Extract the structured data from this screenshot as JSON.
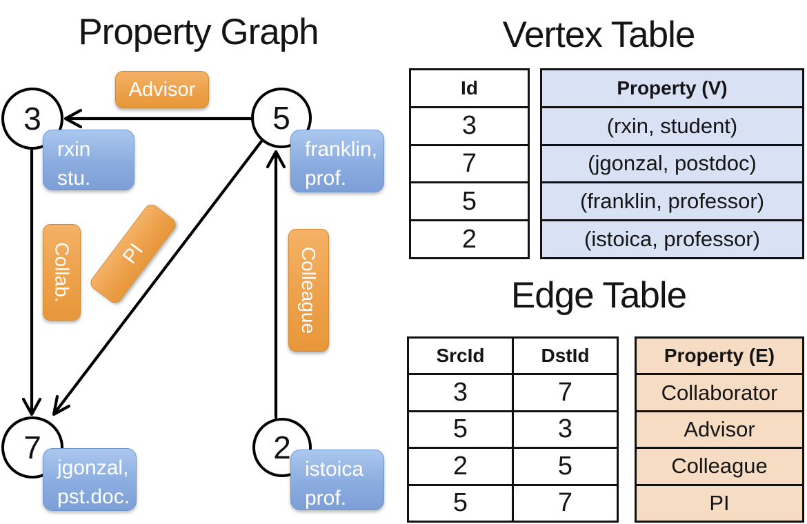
{
  "graph": {
    "title": "Property Graph",
    "nodes": [
      {
        "id": "3",
        "line1": "rxin",
        "line2": "stu."
      },
      {
        "id": "5",
        "line1": "franklin,",
        "line2": "prof."
      },
      {
        "id": "7",
        "line1": "jgonzal,",
        "line2": "pst.doc."
      },
      {
        "id": "2",
        "line1": "istoica",
        "line2": "prof."
      }
    ],
    "edge_labels": {
      "advisor": "Advisor",
      "collab": "Collab.",
      "pi": "PI",
      "colleague": "Colleague"
    }
  },
  "vertex_table": {
    "title": "Vertex Table",
    "headers": {
      "id": "Id",
      "property": "Property (V)"
    },
    "id_rows": [
      "3",
      "7",
      "5",
      "2"
    ],
    "property_rows": [
      "(rxin, student)",
      "(jgonzal, postdoc)",
      "(franklin, professor)",
      "(istoica, professor)"
    ]
  },
  "edge_table": {
    "title": "Edge Table",
    "headers": {
      "src": "SrcId",
      "dst": "DstId",
      "property": "Property (E)"
    },
    "src_rows": [
      "3",
      "5",
      "2",
      "5"
    ],
    "dst_rows": [
      "7",
      "3",
      "5",
      "7"
    ],
    "property_rows": [
      "Collaborator",
      "Advisor",
      "Colleague",
      "PI"
    ]
  },
  "colors": {
    "edge_label_top": "#f4b266",
    "edge_label_bottom": "#e8973a",
    "node_property_top": "#aac7ef",
    "node_property_bottom": "#7d9fd7",
    "vertex_property_fill": "#d9e2f4",
    "edge_property_fill": "#f6dcc3",
    "line_color": "#000000"
  }
}
